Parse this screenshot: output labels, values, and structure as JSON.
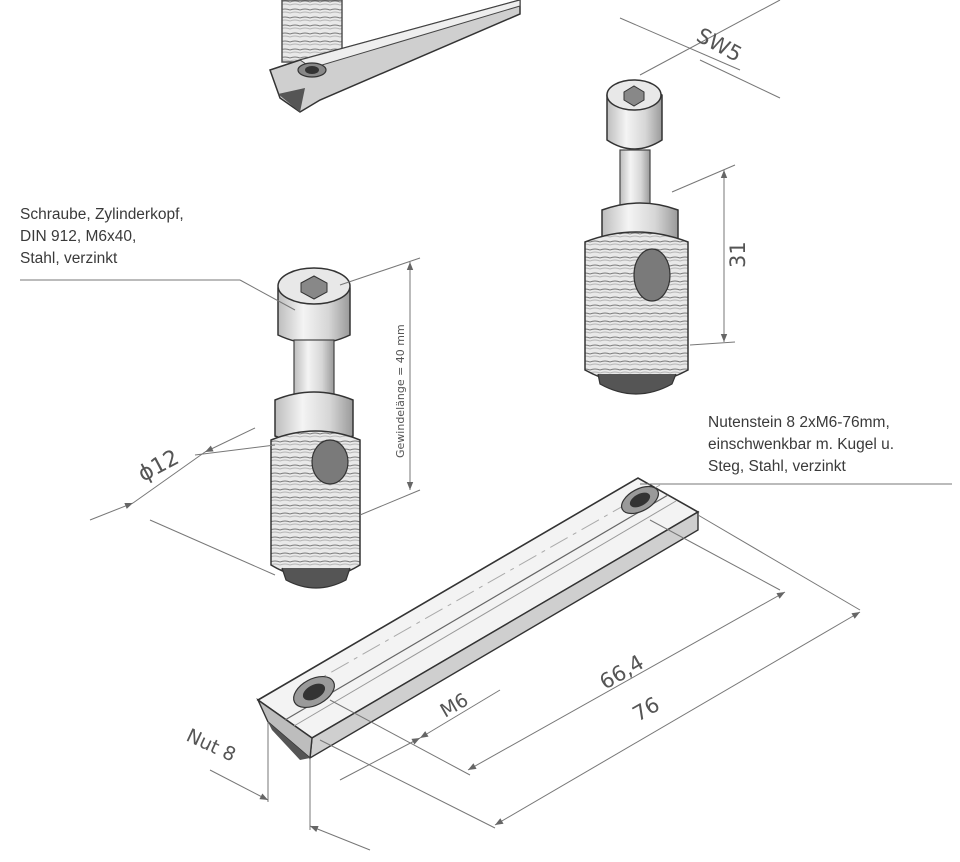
{
  "labels": {
    "screw_note": [
      "Schraube, Zylinderkopf,",
      "DIN 912, M6x40,",
      "Stahl, verzinkt"
    ],
    "nut_note": [
      "Nutenstein 8 2xM6-76mm,",
      "einschwenkbar m. Kugel u.",
      "Steg, Stahl, verzinkt"
    ]
  },
  "dimensions": {
    "wrench": "SW5",
    "length_31": "31",
    "thread_length": "Gewindelänge = 40 mm",
    "diameter": "ϕ12",
    "hole_spacing": "66,4",
    "overall_length": "76",
    "thread": "M6",
    "slot": "Nut 8"
  }
}
